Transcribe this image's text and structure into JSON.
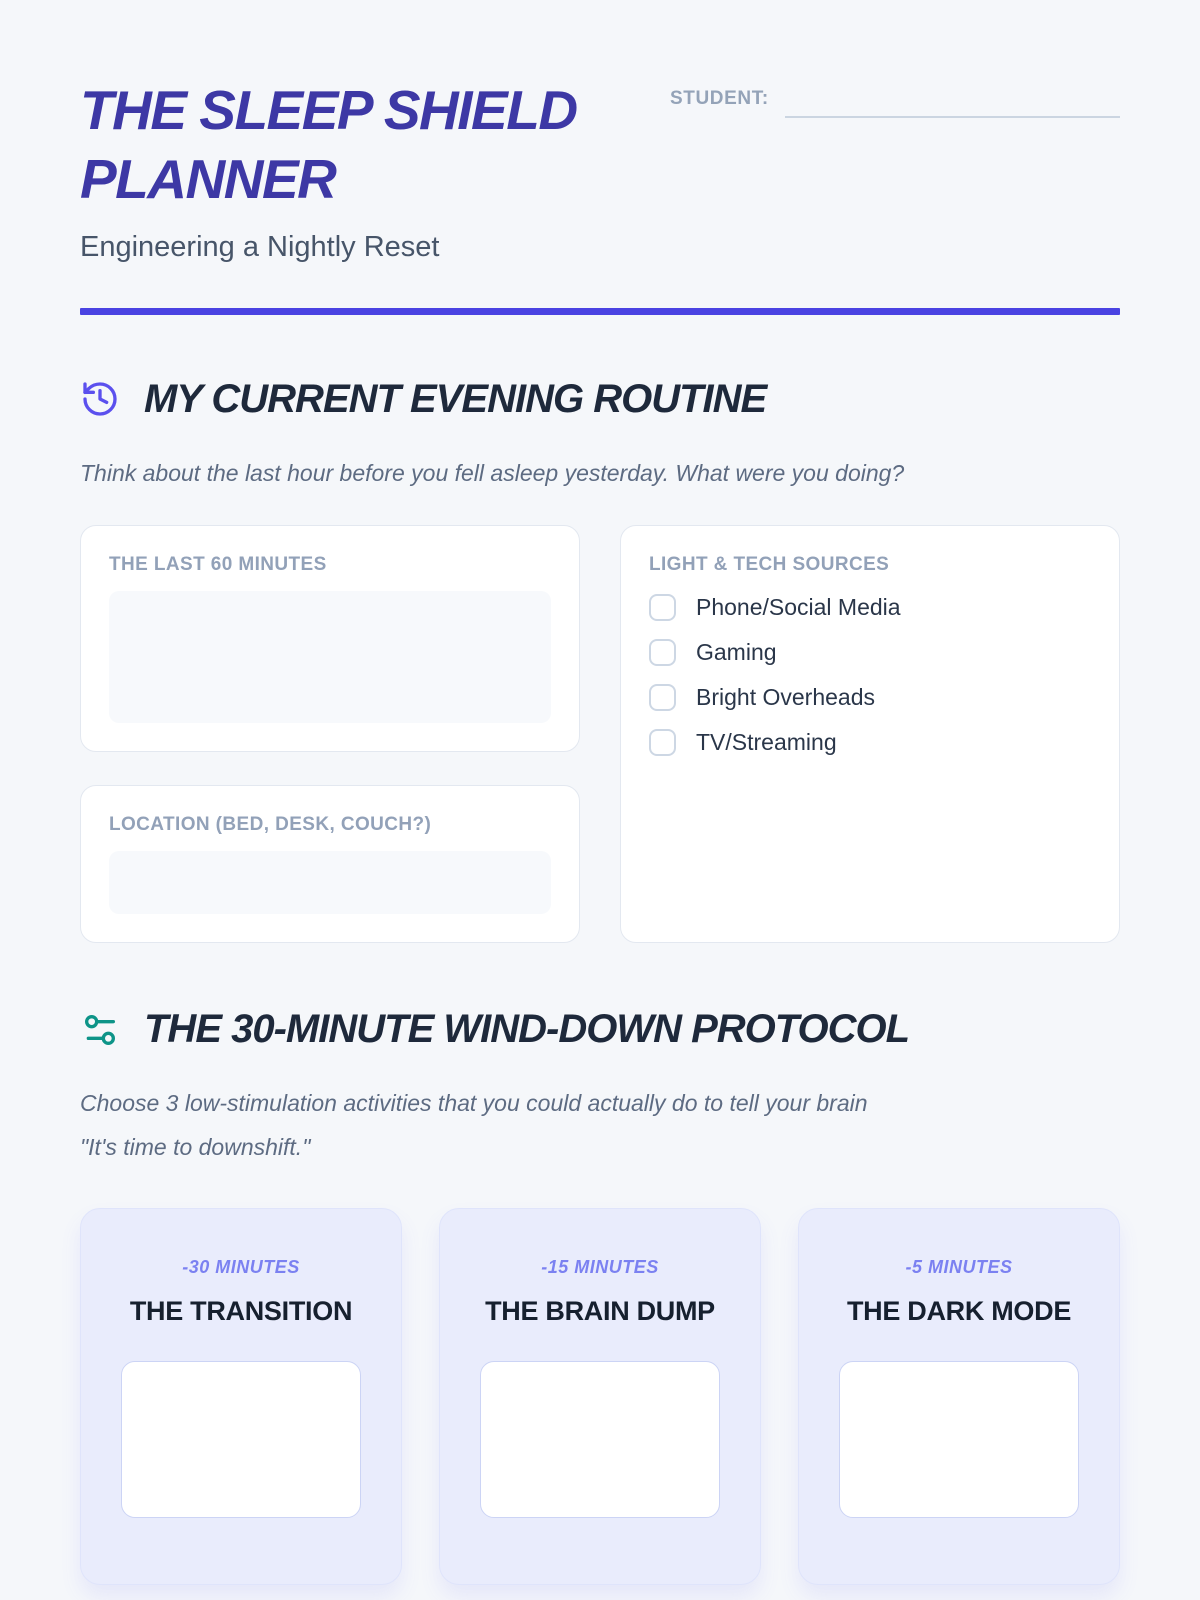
{
  "header": {
    "title": "THE SLEEP SHIELD\nPLANNER",
    "subtitle": "Engineering a Nightly Reset",
    "student_label": "STUDENT:"
  },
  "section_routine": {
    "heading": "MY CURRENT EVENING ROUTINE",
    "icon": "history-icon",
    "instruction": "Think about the last hour before you fell asleep yesterday. What were you doing?",
    "fields": {
      "last60": {
        "label": "THE LAST 60 MINUTES",
        "value": ""
      },
      "location": {
        "label": "LOCATION (BED, DESK, COUCH?)",
        "value": ""
      }
    },
    "checklist": {
      "label": "LIGHT & TECH SOURCES",
      "options": [
        {
          "label": "Phone/Social Media",
          "checked": false
        },
        {
          "label": "Gaming",
          "checked": false
        },
        {
          "label": "Bright Overheads",
          "checked": false
        },
        {
          "label": "TV/Streaming",
          "checked": false
        }
      ]
    }
  },
  "section_protocol": {
    "heading": "THE 30-MINUTE WIND-DOWN PROTOCOL",
    "icon": "sliders-icon",
    "instruction": "Choose 3 low-stimulation activities that you could actually do to tell your brain\n\"It's time to downshift.\"",
    "steps": [
      {
        "time": "-30 MINUTES",
        "title": "THE TRANSITION",
        "value": ""
      },
      {
        "time": "-15 MINUTES",
        "title": "THE BRAIN DUMP",
        "value": ""
      },
      {
        "time": "-5 MINUTES",
        "title": "THE DARK MODE",
        "value": ""
      }
    ]
  },
  "colors": {
    "title_indigo": "#3d38a5",
    "divider_indigo": "#4a43e2",
    "history_icon_indigo": "#5b50ee",
    "sliders_icon_teal": "#0d9488",
    "heading_dark": "#1e293b",
    "muted_label": "#92a1b8",
    "step_card_lavender": "#e9ecfc",
    "step_time_indigo": "#7b81f1",
    "page_background": "#f5f7fa"
  }
}
